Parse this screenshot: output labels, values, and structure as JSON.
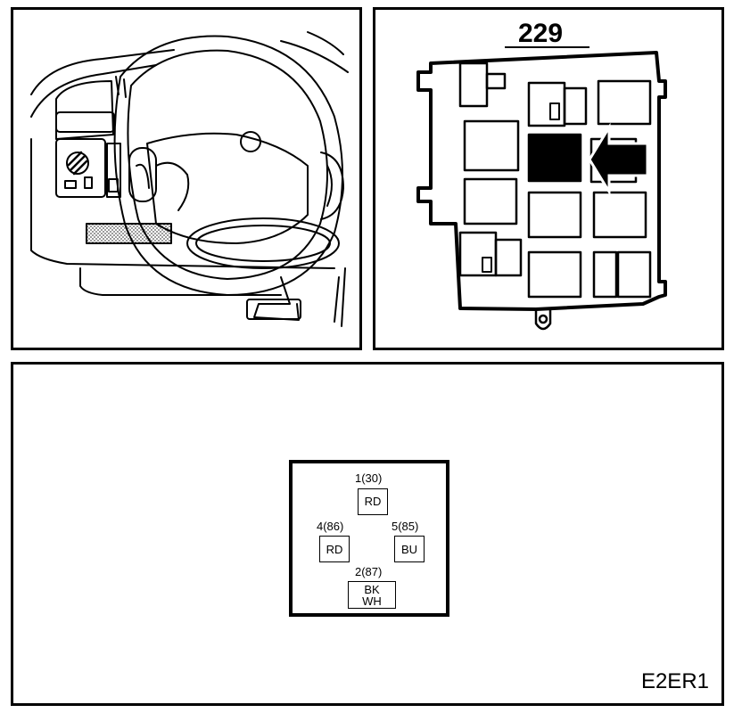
{
  "fuse_box": {
    "number": "229"
  },
  "relay": {
    "pins": [
      {
        "id": "1(30)",
        "colors": [
          "RD"
        ]
      },
      {
        "id": "4(86)",
        "colors": [
          "RD"
        ]
      },
      {
        "id": "5(85)",
        "colors": [
          "BU"
        ]
      },
      {
        "id": "2(87)",
        "colors": [
          "BK",
          "WH"
        ]
      }
    ]
  },
  "diagram_code": "E2ER1",
  "colors": {
    "line": "#000000",
    "background": "#ffffff",
    "hatch": "#888888",
    "highlight": "#000000"
  }
}
